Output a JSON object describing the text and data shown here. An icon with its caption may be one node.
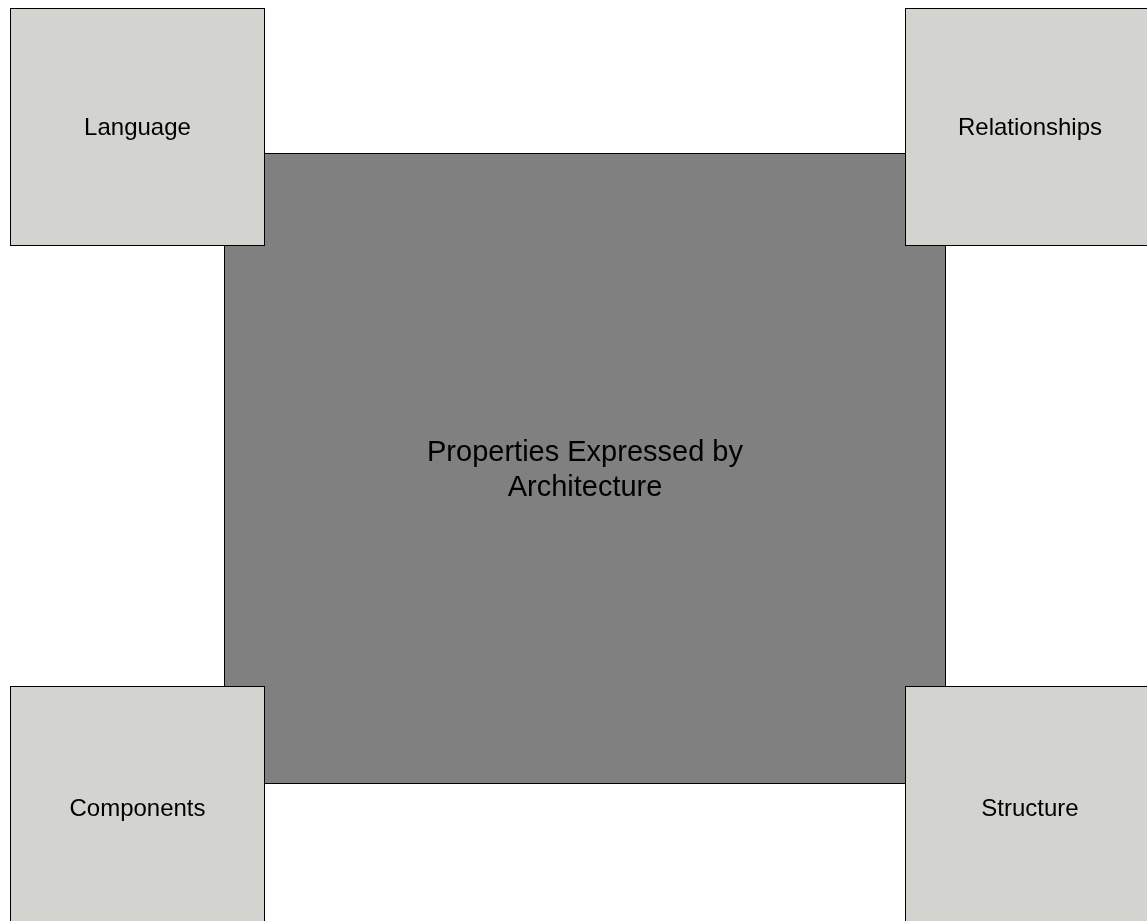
{
  "diagram": {
    "nodes": [
      {
        "text": [
          "Language"
        ]
      },
      {
        "text": [
          "Relationships"
        ]
      },
      {
        "text": [
          "Properties Expressed by Architecture"
        ]
      },
      {
        "text": [
          "Components"
        ]
      },
      {
        "text": [
          "Structure"
        ]
      }
    ]
  }
}
